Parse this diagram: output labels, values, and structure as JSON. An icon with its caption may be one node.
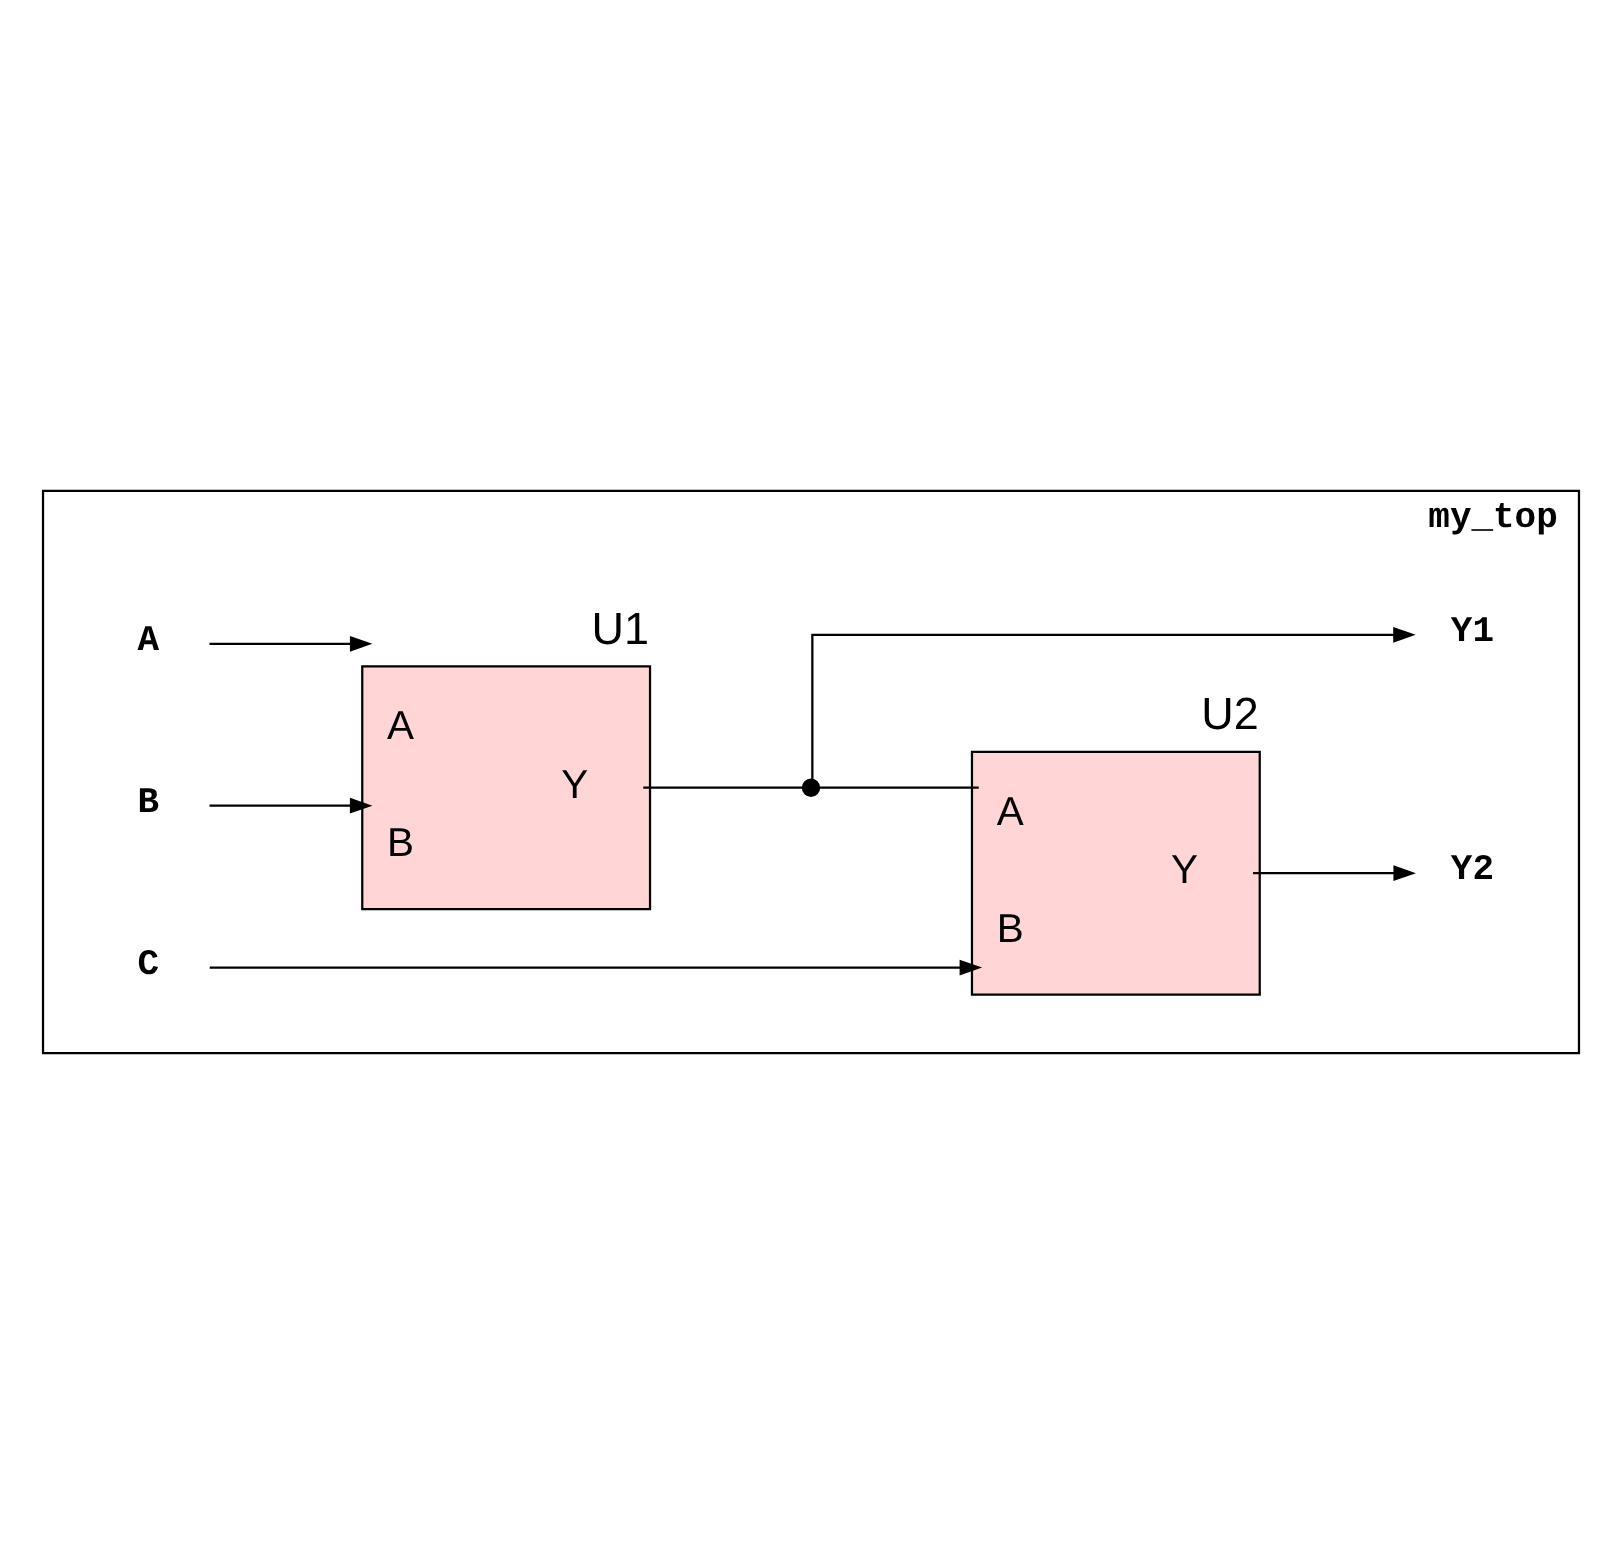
{
  "diagram": {
    "nodes": [
      {
        "text": [
          "my_top"
        ]
      },
      {
        "text": [
          "A"
        ],
        "in": 0
      },
      {
        "text": [
          "U1",
          "A",
          "B",
          "Y"
        ],
        "in": 0
      },
      {
        "text": [],
        "shape": "circle",
        "in": 0
      },
      {
        "text": [
          "Y1"
        ],
        "in": 0
      },
      {
        "text": [
          "B"
        ],
        "in": 0
      },
      {
        "text": [
          "U2",
          "A",
          "B",
          "Y"
        ],
        "in": 0
      },
      {
        "text": [
          "Y2"
        ],
        "in": 0
      },
      {
        "text": [
          "C"
        ],
        "in": 0
      }
    ],
    "edges": [
      {
        "from": 1,
        "to": 2,
        "arrow": "to"
      },
      {
        "from": 5,
        "to": 2,
        "arrow": "to"
      },
      {
        "from": 2,
        "to": 3,
        "arrow": "none"
      },
      {
        "from": 3,
        "to": 4,
        "arrow": "to"
      },
      {
        "from": 3,
        "to": 6,
        "arrow": "none"
      },
      {
        "from": 8,
        "to": 6,
        "arrow": "to"
      },
      {
        "from": 6,
        "to": 7,
        "arrow": "to"
      }
    ]
  }
}
